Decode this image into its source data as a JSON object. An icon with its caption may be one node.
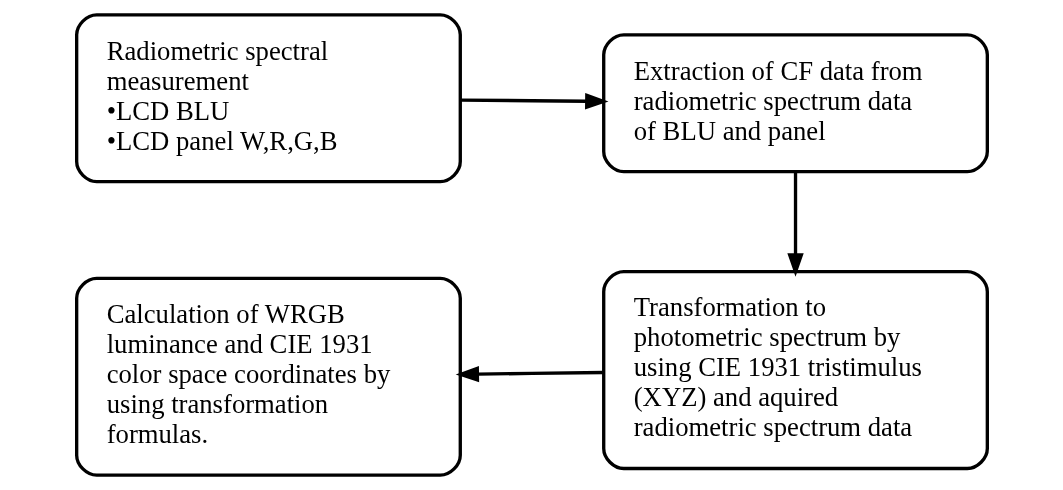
{
  "diagram": {
    "nodes": [
      {
        "text": [
          "Radiometric spectral measurement",
          "•LCD BLU",
          "•LCD panel W,R,G,B"
        ]
      },
      {
        "text": [
          "Extraction of CF data from radiometric spectrum data of BLU and panel"
        ]
      },
      {
        "text": [
          "Calculation of WRGB luminance and CIE 1931 color space coordinates by using transformation formulas."
        ]
      },
      {
        "text": [
          "Transformation to photometric spectrum by using CIE 1931 tristimulus (XYZ) and aquired radiometric spectrum data"
        ]
      }
    ],
    "edges": [
      {
        "from": 0,
        "to": 1,
        "arrow": "to"
      },
      {
        "from": 1,
        "to": 3,
        "arrow": "to"
      },
      {
        "from": 3,
        "to": 2,
        "arrow": "to"
      }
    ]
  }
}
